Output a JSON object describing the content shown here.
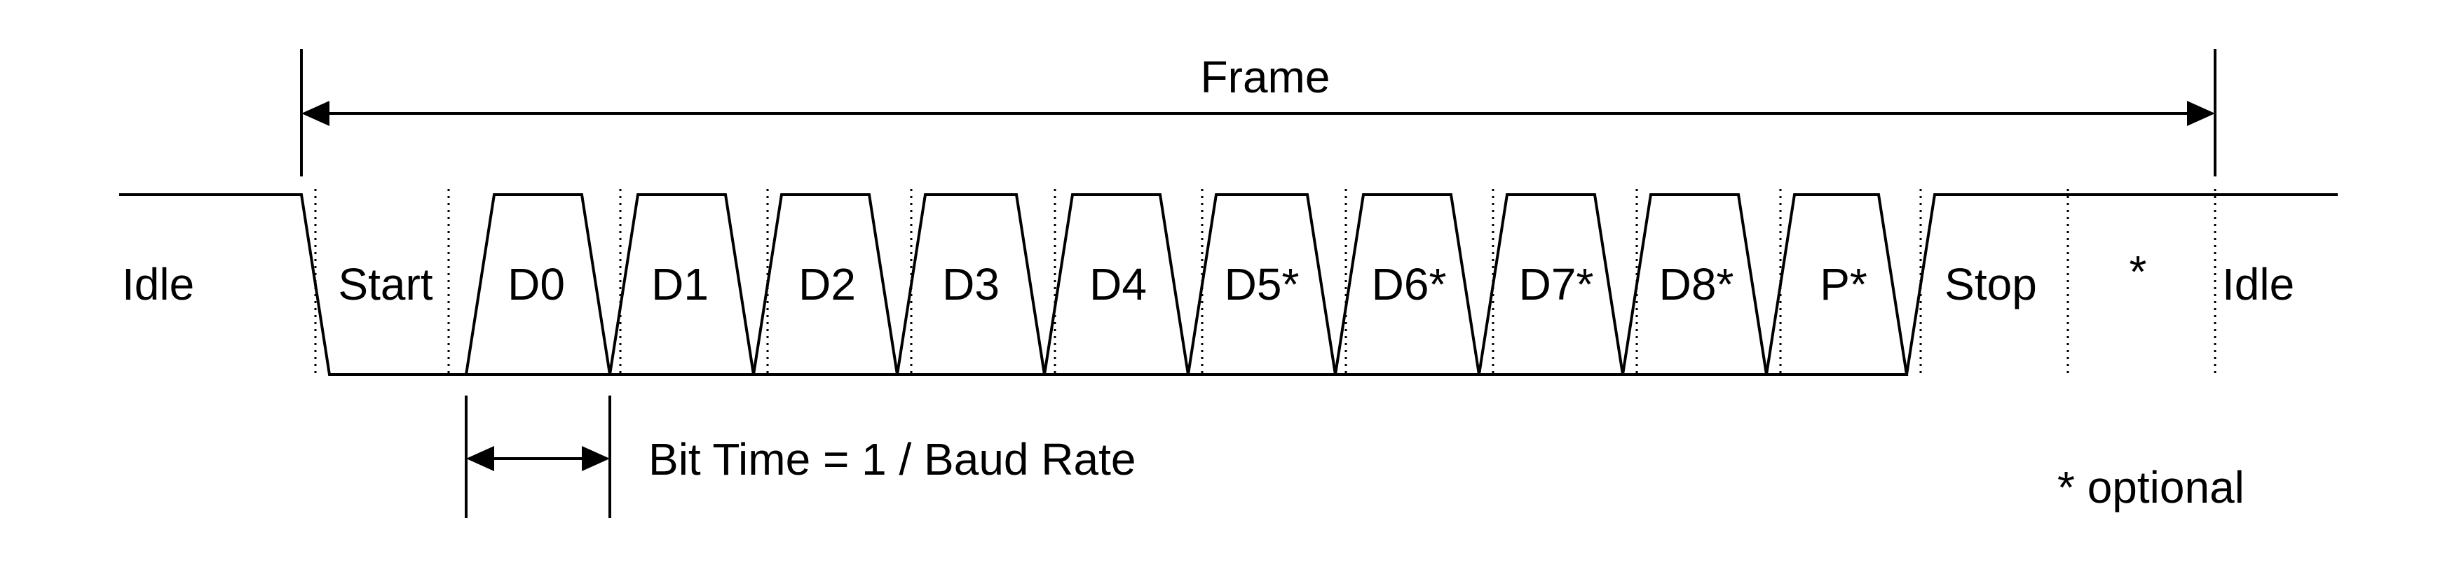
{
  "diagram": {
    "frame_label": "Frame",
    "bits": [
      "Start",
      "D0",
      "D1",
      "D2",
      "D3",
      "D4",
      "D5*",
      "D6*",
      "D7*",
      "D8*",
      "P*",
      "Stop",
      "*"
    ],
    "idle_left": "Idle",
    "idle_right": "Idle",
    "bit_time_label": "Bit Time = 1 / Baud Rate",
    "optional_note": "* optional",
    "line_color": "#000000",
    "background_color": "#ffffff"
  }
}
